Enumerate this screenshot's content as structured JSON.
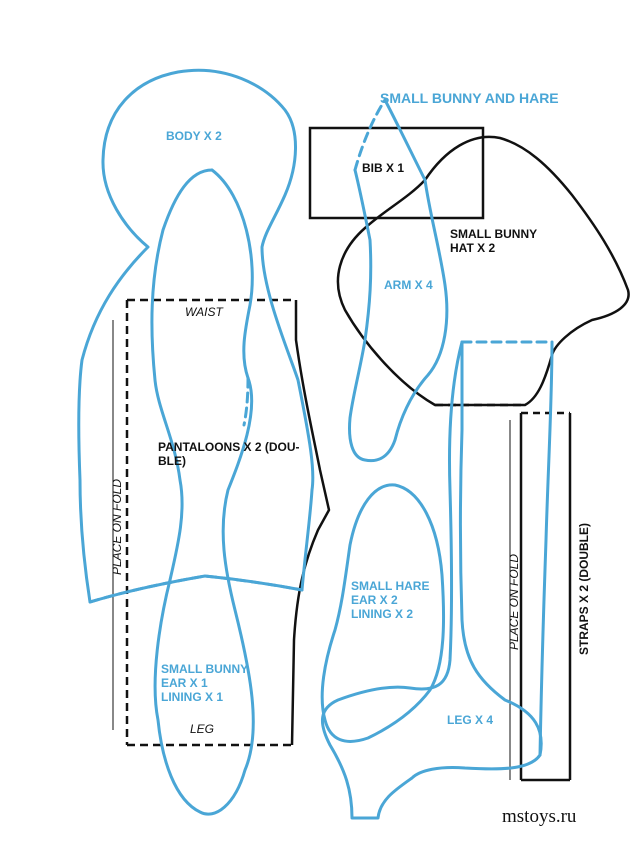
{
  "title": "SMALL BUNNY AND HARE",
  "labels": {
    "body": "BODY X 2",
    "bib": "BIB X 1",
    "hat_line1": "SMALL BUNNY",
    "hat_line2": "HAT X 2",
    "arm": "ARM X 4",
    "waist": "WAIST",
    "pantaloons_line1": "PANTALOONS X 2 (DOU-",
    "pantaloons_line2": "BLE)",
    "place_on_fold_left": "PLACE ON FOLD",
    "place_on_fold_right": "PLACE ON FOLD",
    "hare_ear_line1": "SMALL HARE",
    "hare_ear_line2": "EAR X 2",
    "hare_ear_line3": "LINING X 2",
    "straps": "STRAPS X 2 (DOUBLE)",
    "bunny_ear_line1": "SMALL BUNNY",
    "bunny_ear_line2": "EAR X 1",
    "bunny_ear_line3": "LINING X 1",
    "leg_label_pants": "LEG",
    "leg_piece": "LEG X 4"
  },
  "watermark": "mstoys.ru",
  "colors": {
    "pattern_blue": "#4aa6d6",
    "outline_black": "#111111",
    "background": "#ffffff"
  }
}
